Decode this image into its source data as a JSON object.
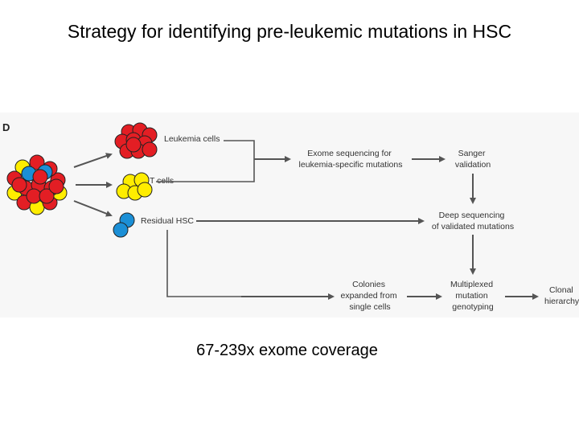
{
  "title": "Strategy for identifying pre-leukemic mutations in HSC",
  "figure": {
    "panel_label": "D",
    "cell_labels": {
      "leukemia": "Leukemia cells",
      "tcells": "T cells",
      "hsc": "Residual HSC"
    },
    "steps": {
      "exome": [
        "Exome sequencing for",
        "leukemia-specific mutations"
      ],
      "sanger": [
        "Sanger",
        "validation"
      ],
      "deep": [
        "Deep sequencing",
        "of validated mutations"
      ],
      "colonies": [
        "Colonies",
        "expanded from",
        "single cells"
      ],
      "genotyping": [
        "Multiplexed",
        "mutation",
        "genotyping"
      ],
      "clonal": [
        "Clonal",
        "hierarchy"
      ]
    },
    "colors": {
      "red": "#e31e24",
      "yellow": "#ffed00",
      "blue": "#1b8fd6",
      "figure_bg": "#f7f7f7"
    }
  },
  "caption": "67-239x exome coverage"
}
